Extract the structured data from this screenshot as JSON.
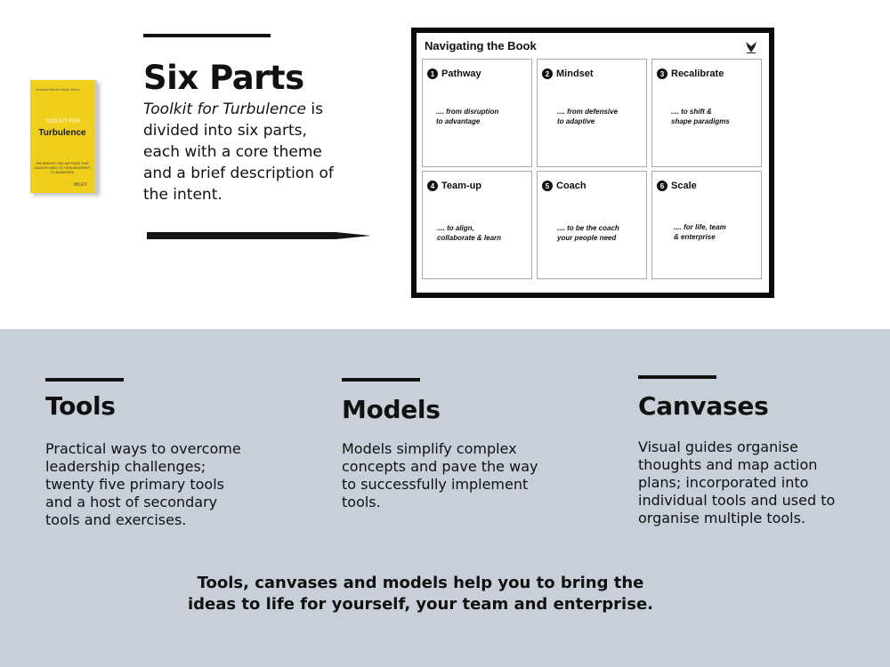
{
  "book": {
    "authors": "Graham Winter\nAbyte Bixen",
    "kicker": "TOOLKIT FOR",
    "title": "Turbulence",
    "subtitle": "THE MINDSET AND METHODS THAT LEADERS NEED TO TURN ADVERSITY TO ADVANTAGE",
    "publisher": "WILEY"
  },
  "intro": {
    "heading": "Six Parts",
    "book_name": "Toolkit for Turbulence",
    "text": " is divided into six parts, each with a core theme and a brief description of the intent."
  },
  "panel": {
    "title": "Navigating the Book",
    "logo_icon": "lion-emblem-icon",
    "parts": [
      {
        "num": "1",
        "name": "Pathway",
        "desc": ".... from disruption\nto advantage"
      },
      {
        "num": "2",
        "name": "Mindset",
        "desc": ".... from defensive\nto adaptive"
      },
      {
        "num": "3",
        "name": "Recalibrate",
        "desc": ".... to shift &\nshape paradigms"
      },
      {
        "num": "4",
        "name": "Team-up",
        "desc": ".... to align,\ncollaborate & learn"
      },
      {
        "num": "5",
        "name": "Coach",
        "desc": ".... to be the coach\nyour people need"
      },
      {
        "num": "6",
        "name": "Scale",
        "desc": ".... for life, team\n& enterprise"
      }
    ]
  },
  "columns": [
    {
      "title": "Tools",
      "body": "Practical ways to overcome leadership challenges; twenty five primary tools and a host of secondary tools and exercises."
    },
    {
      "title": "Models",
      "body": "Models simplify complex concepts and pave the way to successfully implement tools."
    },
    {
      "title": "Canvases",
      "body": "Visual guides organise thoughts and map action plans; incorporated into individual tools and used to organise multiple tools."
    }
  ],
  "tagline": "Tools, canvases and models help you to bring the ideas to life for yourself, your team and enterprise.",
  "colors": {
    "bottom_background": "#c8cfd8",
    "book_yellow": "#f0cf1c"
  }
}
